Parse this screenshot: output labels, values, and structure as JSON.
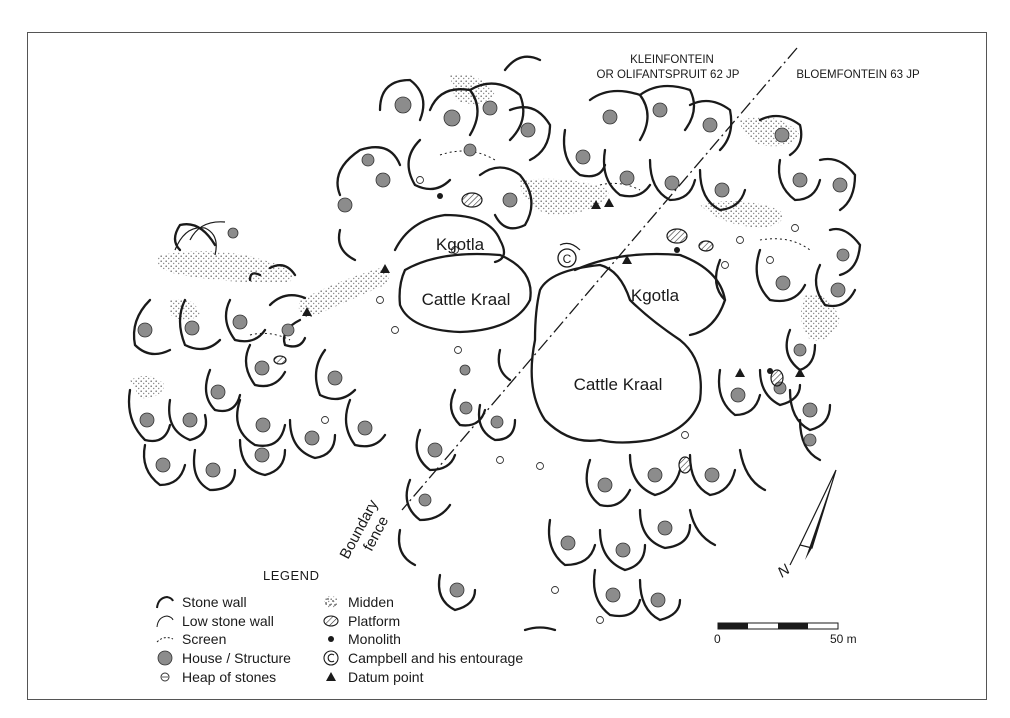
{
  "map": {
    "property_west": "KLEINFONTEIN\nOR OLIFANTSPRUIT 62 JP",
    "property_west_line1": "KLEINFONTEIN",
    "property_west_line2": "OR OLIFANTSPRUIT 62 JP",
    "property_east": "BLOEMFONTEIN 63 JP",
    "kgotla_west": "Kgotla",
    "kgotla_east": "Kgotla",
    "kraal_west": "Cattle Kraal",
    "kraal_east": "Cattle Kraal",
    "fence_line1": "Boundary",
    "fence_line2": "fence",
    "campbell_marker": "C",
    "north_label": "N"
  },
  "legend": {
    "title": "LEGEND",
    "items_left": [
      {
        "label": "Stone wall",
        "icon": "stone-wall"
      },
      {
        "label": "Low stone wall",
        "icon": "low-stone-wall"
      },
      {
        "label": "Screen",
        "icon": "screen"
      },
      {
        "label": "House / Structure",
        "icon": "house-structure"
      },
      {
        "label": "Heap of stones",
        "icon": "heap-of-stones"
      }
    ],
    "items_right": [
      {
        "label": "Midden",
        "icon": "midden"
      },
      {
        "label": "Platform",
        "icon": "platform"
      },
      {
        "label": "Monolith",
        "icon": "monolith"
      },
      {
        "label": "Campbell and his entourage",
        "icon": "campbell"
      },
      {
        "label": "Datum point",
        "icon": "datum-point"
      }
    ]
  },
  "scale_bar": {
    "start_label": "0",
    "end_label": "50 m"
  },
  "colors": {
    "ink": "#1a1a1a",
    "house_fill": "#8c8c8c",
    "midden": "#9a9a9a",
    "background": "#ffffff"
  }
}
